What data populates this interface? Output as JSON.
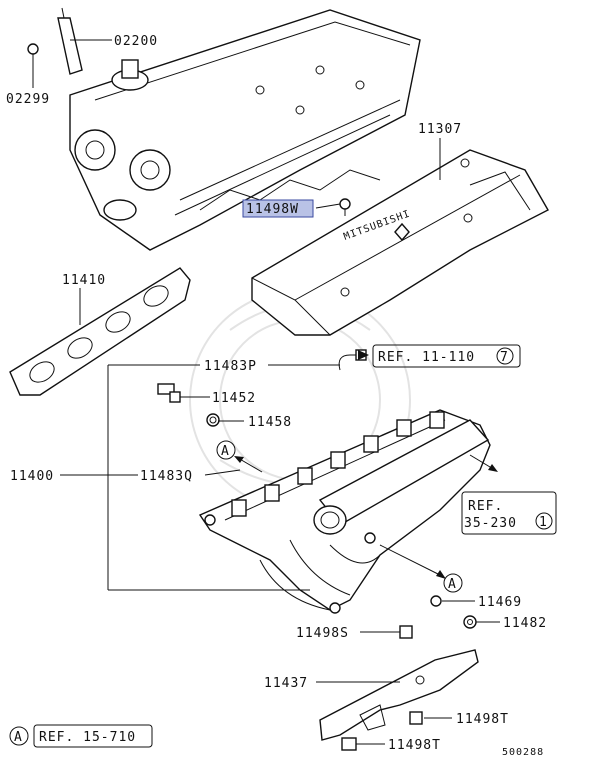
{
  "labels": {
    "p02200": "02200",
    "p02299": "02299",
    "p11307": "11307",
    "p11498W": "11498W",
    "p11410": "11410",
    "p11483P": "11483P",
    "p11452": "11452",
    "p11458": "11458",
    "p11400": "11400",
    "p11483Q": "11483Q",
    "p11469": "11469",
    "p11482": "11482",
    "p11498S": "11498S",
    "p11437": "11437",
    "p11498T_a": "11498T",
    "p11498T_b": "11498T"
  },
  "refs": {
    "ref1": {
      "text": "REF. 11-110",
      "num": "7"
    },
    "ref2": {
      "line1": "REF.",
      "line2": "35-230",
      "num": "1"
    },
    "ref3": {
      "text": "REF. 15-710",
      "marker": "A"
    }
  },
  "markers": {
    "a1": "A",
    "a2": "A"
  },
  "cover_brand": "MITSUBISHI",
  "diagram_code": "500288",
  "highlight_color": "#b9c2e6"
}
